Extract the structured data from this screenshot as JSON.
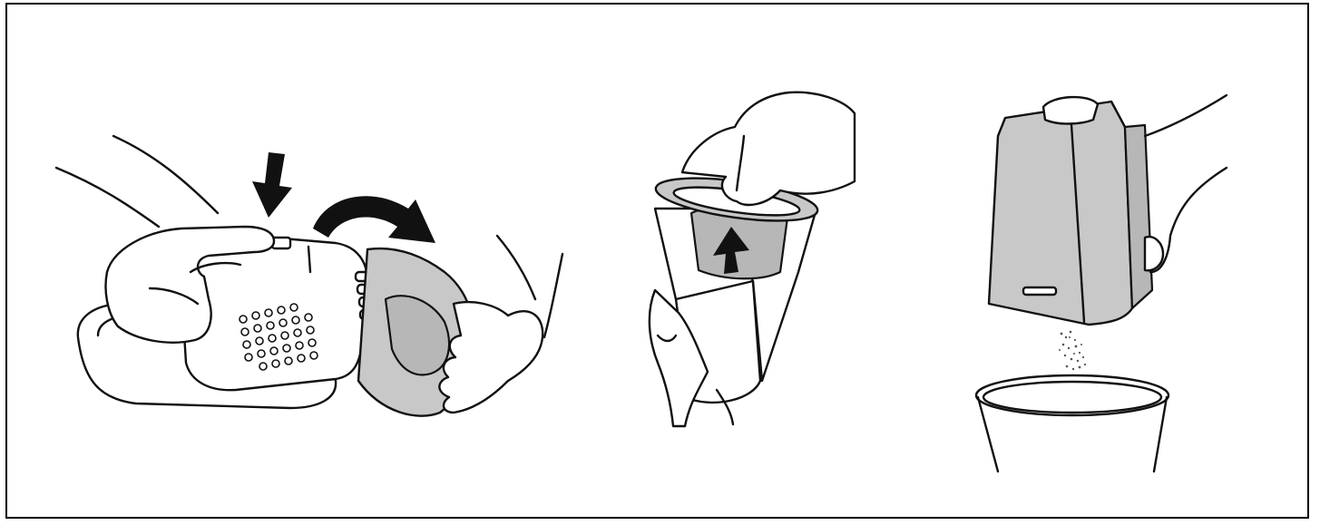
{
  "figure": {
    "panels": [
      {
        "id": "open-container",
        "icons": [
          "down-arrow-icon",
          "curved-arrow-icon"
        ]
      },
      {
        "id": "remove-filter",
        "icons": [
          "up-arrow-icon"
        ]
      },
      {
        "id": "empty-dust",
        "icons": []
      }
    ],
    "colors": {
      "line": "#111111",
      "fill_grey": "#c8c8c8",
      "background": "#ffffff"
    }
  }
}
